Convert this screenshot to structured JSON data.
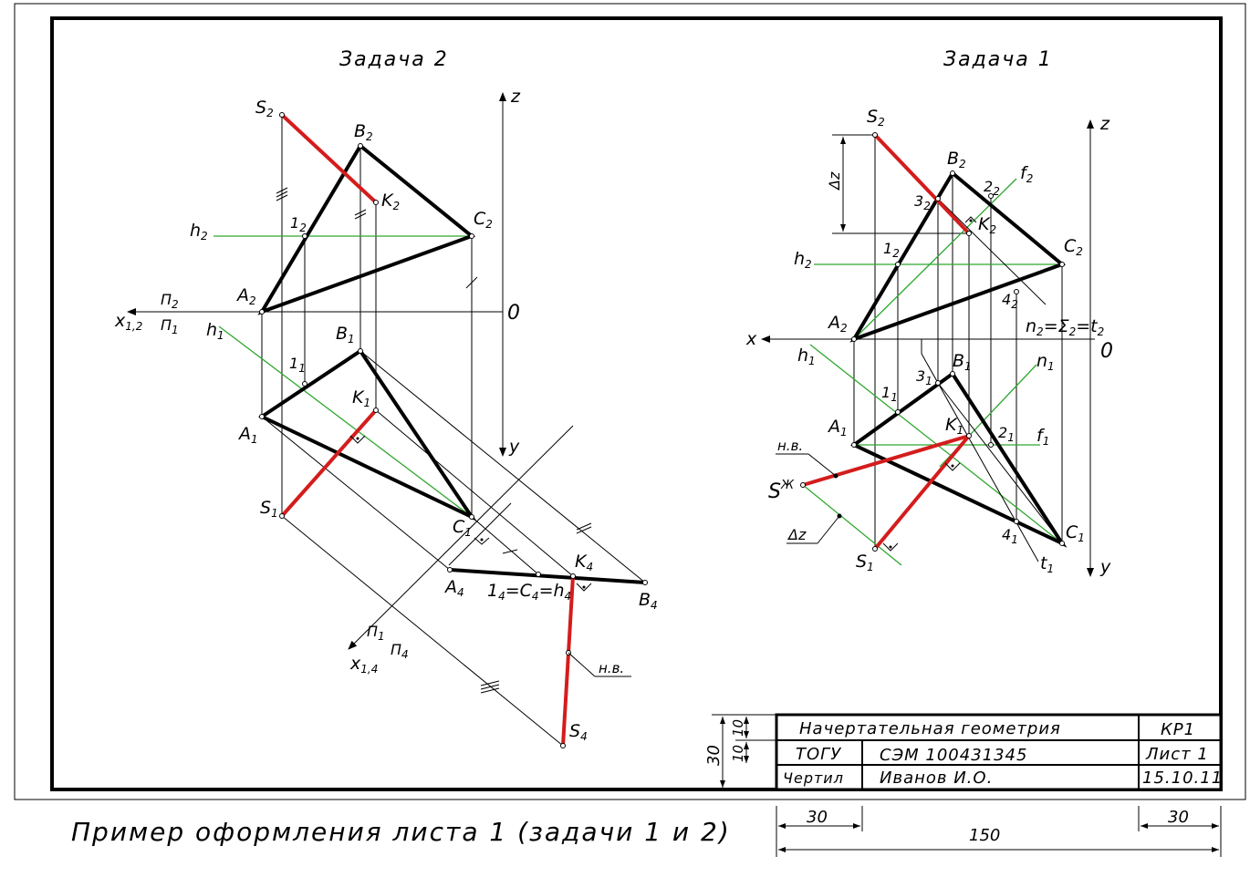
{
  "colors": {
    "line": "#000000",
    "section": "#d41c1c",
    "projection": "#2ea82e",
    "background": "#ffffff"
  },
  "task2": {
    "title": "Задача 2",
    "axis_z": "z",
    "axis_y": "y",
    "origin": "0",
    "axis_x12": "x",
    "axis_x12_sub": "1,2",
    "pi2": "П",
    "pi2_sub": "2",
    "pi1": "П",
    "pi1_sub": "1",
    "pi1_b": "П",
    "pi1_b_sub": "1",
    "pi4": "П",
    "pi4_sub": "4",
    "axis_x14": "x",
    "axis_x14_sub": "1,4",
    "S2": "S",
    "S2_sub": "2",
    "B2": "B",
    "B2_sub": "2",
    "K2": "K",
    "K2_sub": "2",
    "C2": "C",
    "C2_sub": "2",
    "h2": "h",
    "h2_sub": "2",
    "n12": "1",
    "n12_sub": "2",
    "A2": "A",
    "A2_sub": "2",
    "h1": "h",
    "h1_sub": "1",
    "B1": "B",
    "B1_sub": "1",
    "n11": "1",
    "n11_sub": "1",
    "K1": "K",
    "K1_sub": "1",
    "A1": "A",
    "A1_sub": "1",
    "S1": "S",
    "S1_sub": "1",
    "C1": "C",
    "C1_sub": "1",
    "A4": "A",
    "A4_sub": "4",
    "eq_1": "1",
    "eq_1_sub": "4",
    "eq_c": "=C",
    "eq_c_sub": "4",
    "eq_h": "=h",
    "eq_h_sub": "4",
    "K4": "K",
    "K4_sub": "4",
    "B4": "B",
    "B4_sub": "4",
    "S4": "S",
    "S4_sub": "4",
    "nv": "н.в."
  },
  "task1": {
    "title": "Задача 1",
    "axis_z": "z",
    "axis_y": "y",
    "axis_x": "x",
    "origin": "0",
    "S2": "S",
    "S2_sub": "2",
    "B2": "B",
    "B2_sub": "2",
    "dz": "Δz",
    "n22": "2",
    "n22_sub": "2",
    "f2": "f",
    "f2_sub": "2",
    "n32": "3",
    "n32_sub": "2",
    "K2": "K",
    "K2_sub": "2",
    "C2": "C",
    "C2_sub": "2",
    "n12": "1",
    "n12_sub": "2",
    "h2": "h",
    "h2_sub": "2",
    "n42": "4",
    "n42_sub": "2",
    "A2": "A",
    "A2_sub": "2",
    "n2_eq": "n",
    "n2_eq_sub": "2",
    "sigma": "=Σ",
    "sigma_sub": "2",
    "t2": "=t",
    "t2_sub": "2",
    "h1": "h",
    "h1_sub": "1",
    "n31": "3",
    "n31_sub": "1",
    "B1": "B",
    "B1_sub": "1",
    "n1": "n",
    "n1_sub": "1",
    "n11": "1",
    "n11_sub": "1",
    "A1": "A",
    "A1_sub": "1",
    "K1": "K",
    "K1_sub": "1",
    "n21": "2",
    "n21_sub": "1",
    "f1": "f",
    "f1_sub": "1",
    "nv": "н.в.",
    "Sstar": "S",
    "Sstar_sup": "Ж",
    "dz_lower": "Δz",
    "S1": "S",
    "S1_sub": "1",
    "n41": "4",
    "n41_sub": "1",
    "C1": "C",
    "C1_sub": "1",
    "t1": "t",
    "t1_sub": "1"
  },
  "title_block": {
    "subject": "Начертательная геометрия",
    "code": "КР1",
    "org": "ТОГУ",
    "group": "СЭМ 100431345",
    "sheet": "Лист 1",
    "role": "Чертил",
    "author": "Иванов И.О.",
    "date": "15.10.11",
    "dim_30": "30",
    "dim_10a": "10",
    "dim_10b": "10"
  },
  "bottom_dims": {
    "left": "30",
    "total": "150",
    "right": "30"
  },
  "caption": "Пример оформления листа 1 (задачи 1 и 2)"
}
